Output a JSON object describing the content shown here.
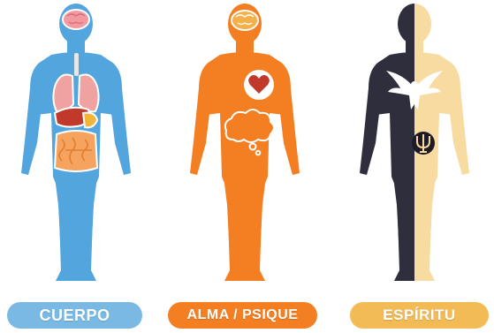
{
  "panels": [
    {
      "label": "CUERPO",
      "color": "#53a5dd",
      "label_color": "#79b9e4"
    },
    {
      "label": "ALMA / PSIQUE",
      "color": "#f47f23",
      "label_color": "#f47f23"
    },
    {
      "label": "ESPÍRITU",
      "color_dark": "#2f2e3d",
      "color_light": "#f7dba1",
      "label_color": "#f2bb55"
    }
  ]
}
